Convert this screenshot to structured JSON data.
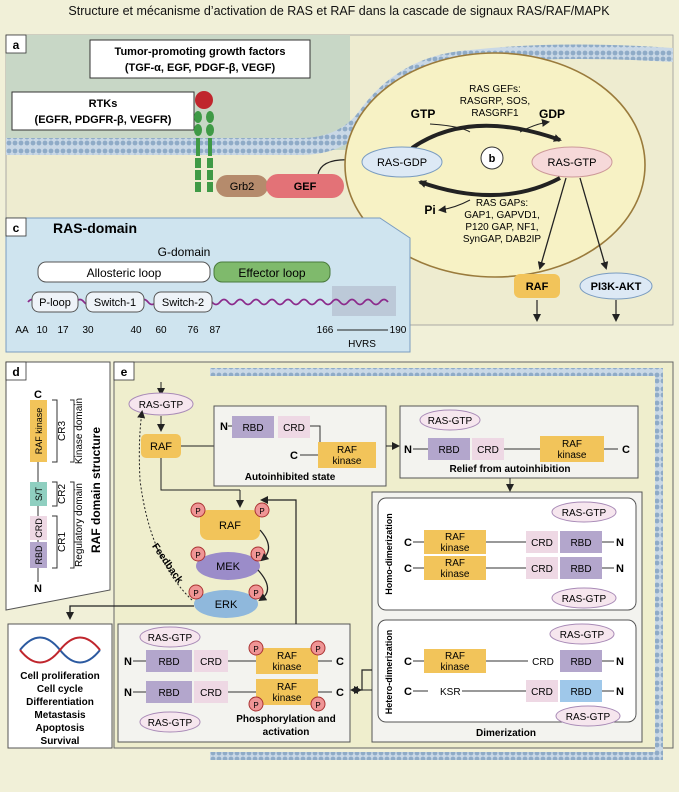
{
  "title": "Structure et mécanisme d’activation de  RAS et RAF dans la cascade de signaux RAS/RAF/MAPK",
  "panel_a": {
    "label": "a",
    "growth_factors_title": "Tumor-promoting growth factors",
    "growth_factors_list": "(TGF-α, EGF, PDGF-β, VEGF)",
    "rtks_title": "RTKs",
    "rtks_list": "(EGFR, PDGFR-β, VEGFR)",
    "grb2": "Grb2",
    "gef": "GEF"
  },
  "panel_b": {
    "label": "b",
    "gefs_title": "RAS GEFs:",
    "gefs_line1": "RASGRP, SOS,",
    "gefs_line2": "RASGRF1",
    "gtp": "GTP",
    "gdp": "GDP",
    "ras_gdp": "RAS-GDP",
    "ras_gtp": "RAS-GTP",
    "pi": "Pi",
    "gaps_title": "RAS GAPs:",
    "gaps_line1": "GAP1, GAPVD1,",
    "gaps_line2": "P120 GAP, NF1,",
    "gaps_line3": "SynGAP, DAB2IP",
    "raf": "RAF",
    "pi3k": "PI3K-AKT"
  },
  "panel_c": {
    "label": "c",
    "title": "RAS-domain",
    "g_domain": "G-domain",
    "allosteric": "Allosteric loop",
    "effector": "Effector loop",
    "p_loop": "P-loop",
    "switch1": "Switch-1",
    "switch2": "Switch-2",
    "aa_labels": [
      "AA",
      "10",
      "17",
      "30",
      "40",
      "60",
      "76",
      "87",
      "166",
      "190"
    ],
    "hvrs": "HVRS"
  },
  "panel_d": {
    "label": "d",
    "c_term": "C",
    "n_term": "N",
    "raf_kinase": "RAF kinase",
    "st": "S/T",
    "crd": "CRD",
    "rbd": "RBD",
    "cr3": "CR3",
    "cr2": "CR2",
    "cr1": "CR1",
    "kinase_domain": "Kinase domain",
    "regulatory_domain": "Regulatory domain",
    "structure": "RAF domain structure"
  },
  "panel_e": {
    "label": "e",
    "ras_gtp": "RAS-GTP",
    "raf": "RAF",
    "mek": "MEK",
    "erk": "ERK",
    "p": "P",
    "feedback": "Feedback",
    "rbd": "RBD",
    "crd": "CRD",
    "raf_kinase_l1": "RAF",
    "raf_kinase_l2": "kinase",
    "ksr": "KSR",
    "n": "N",
    "c": "C",
    "autoinhibited": "Autoinhibited state",
    "relief": "Relief from autoinhibition",
    "homo": "Homo-dimerization",
    "hetero": "Hetero-dimerization",
    "dimerization": "Dimerization",
    "phospho_l1": "Phosphorylation and",
    "phospho_l2": "activation",
    "outcomes": [
      "Cell proliferation",
      "Cell cycle",
      "Differentiation",
      "Metastasis",
      "Apoptosis",
      "Survival"
    ]
  },
  "colors": {
    "background": "#f1f0d8",
    "membrane": "#a9c1d8",
    "raf_orange": "#f2c45a",
    "ras_gtp_pink": "#f6d9d9",
    "ras_gdp_blue": "#dde9f5",
    "rbd_purple": "#b3a6cc",
    "crd_pink": "#eed8e4",
    "phospho": "#ef9595",
    "mek": "#9b8cc9",
    "erk": "#8fb8dc",
    "grb2": "#b58b6c",
    "gef": "#e37277",
    "panel_c_bg": "#cfe4ef",
    "effector_green": "#7fba6c",
    "panel_a_bg": "#c5d5c6"
  }
}
